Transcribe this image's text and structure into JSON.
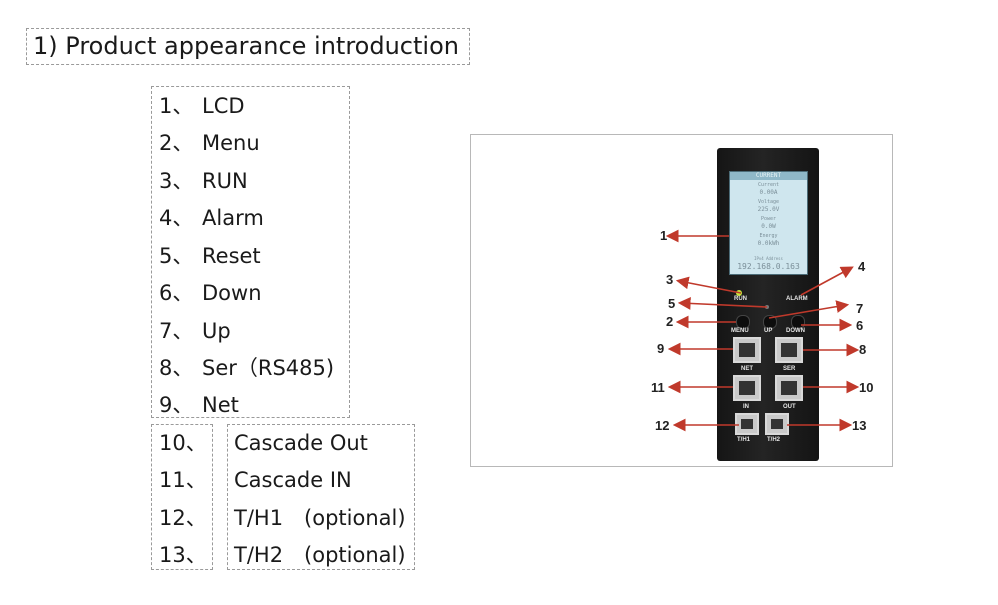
{
  "heading": "1) Product appearance introduction",
  "list_main": [
    {
      "num": "1、",
      "label": "LCD"
    },
    {
      "num": "2、",
      "label": "Menu"
    },
    {
      "num": "3、",
      "label": "RUN"
    },
    {
      "num": "4、",
      "label": "Alarm"
    },
    {
      "num": "5、",
      "label": "Reset"
    },
    {
      "num": "6、",
      "label": "Down"
    },
    {
      "num": "7、",
      "label": "Up"
    },
    {
      "num": "8、",
      "label": "Ser（RS485)"
    },
    {
      "num": "9、",
      "label": "Net"
    }
  ],
  "list_extra": [
    {
      "num": "10、",
      "label": "Cascade Out"
    },
    {
      "num": "11、",
      "label": "Cascade IN"
    },
    {
      "num": "12、",
      "label": "T/H1　(optional)"
    },
    {
      "num": "13、",
      "label": "T/H2　(optional)"
    }
  ],
  "device": {
    "lcd_lines": [
      "CURRENT",
      "Current",
      "0.00A",
      "Voltage",
      "225.0V",
      "Power",
      "0.0W",
      "Energy",
      "0.0kWh",
      "IPv4 Address",
      "192.168.0.163"
    ],
    "labels": {
      "run": "RUN",
      "alarm": "ALARM",
      "menu": "MENU",
      "up": "UP",
      "down": "DOWN",
      "net": "NET",
      "ser": "SER",
      "in": "IN",
      "out": "OUT",
      "th1": "T/H1",
      "th2": "T/H2"
    },
    "callouts": [
      "1",
      "2",
      "3",
      "4",
      "5",
      "6",
      "7",
      "8",
      "9",
      "10",
      "11",
      "12",
      "13"
    ]
  }
}
